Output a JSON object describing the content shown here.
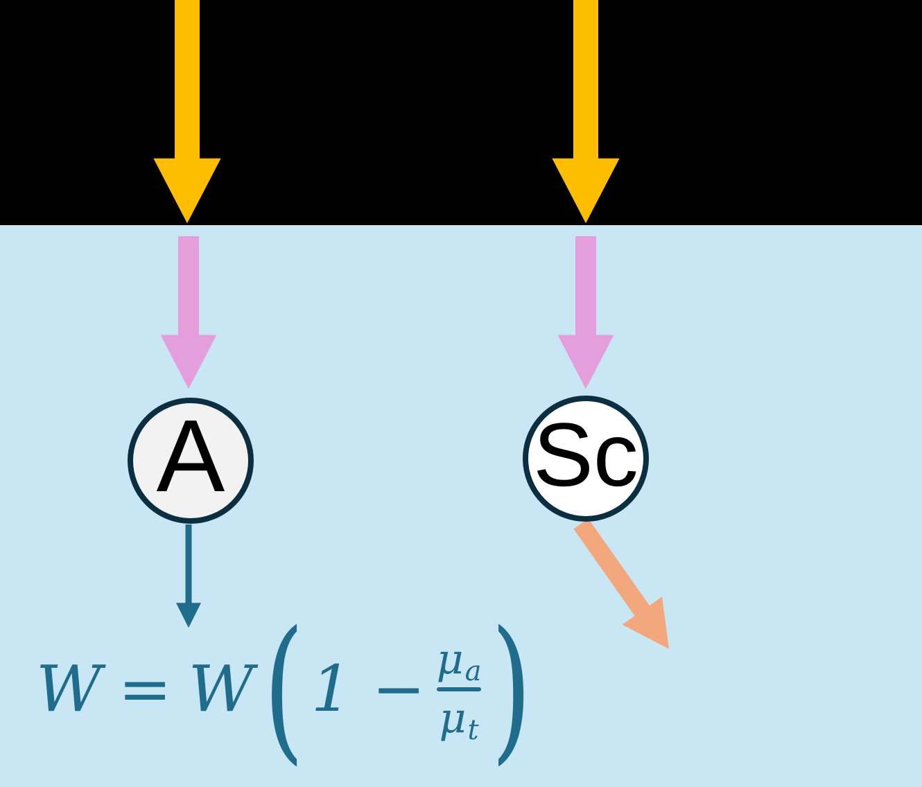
{
  "colors": {
    "top_region": "#000000",
    "medium_region": "#c9e6f5",
    "incident_arrow": "#fdbe02",
    "attenuated_arrow": "#e49edb",
    "absorbed_arrow": "#1f6c8c",
    "scattered_arrow": "#f2a87c",
    "node_border": "#0b2e40",
    "node_a_fill": "#f2f2f2",
    "node_sc_fill": "#ffffff",
    "formula": "#1f6c8c"
  },
  "arrows": {
    "incident_left": "downward-thick-yellow-arrow",
    "incident_right": "downward-thick-yellow-arrow",
    "attenuated_left": "downward-pink-arrow",
    "attenuated_right": "downward-pink-arrow",
    "absorbed": "thin-teal-down-arrow",
    "scattered": "diagonal-orange-arrow"
  },
  "nodes": {
    "absorption": {
      "label": "A"
    },
    "scattering": {
      "label": "Sc"
    }
  },
  "formula": {
    "lhs": "W",
    "equals": "=",
    "rhs_symbol": "W",
    "open_paren": "(",
    "inner_left": "1 −",
    "numerator_base": "μ",
    "numerator_sub": "a",
    "denominator_base": "μ",
    "denominator_sub": "t",
    "close_paren": ")"
  }
}
